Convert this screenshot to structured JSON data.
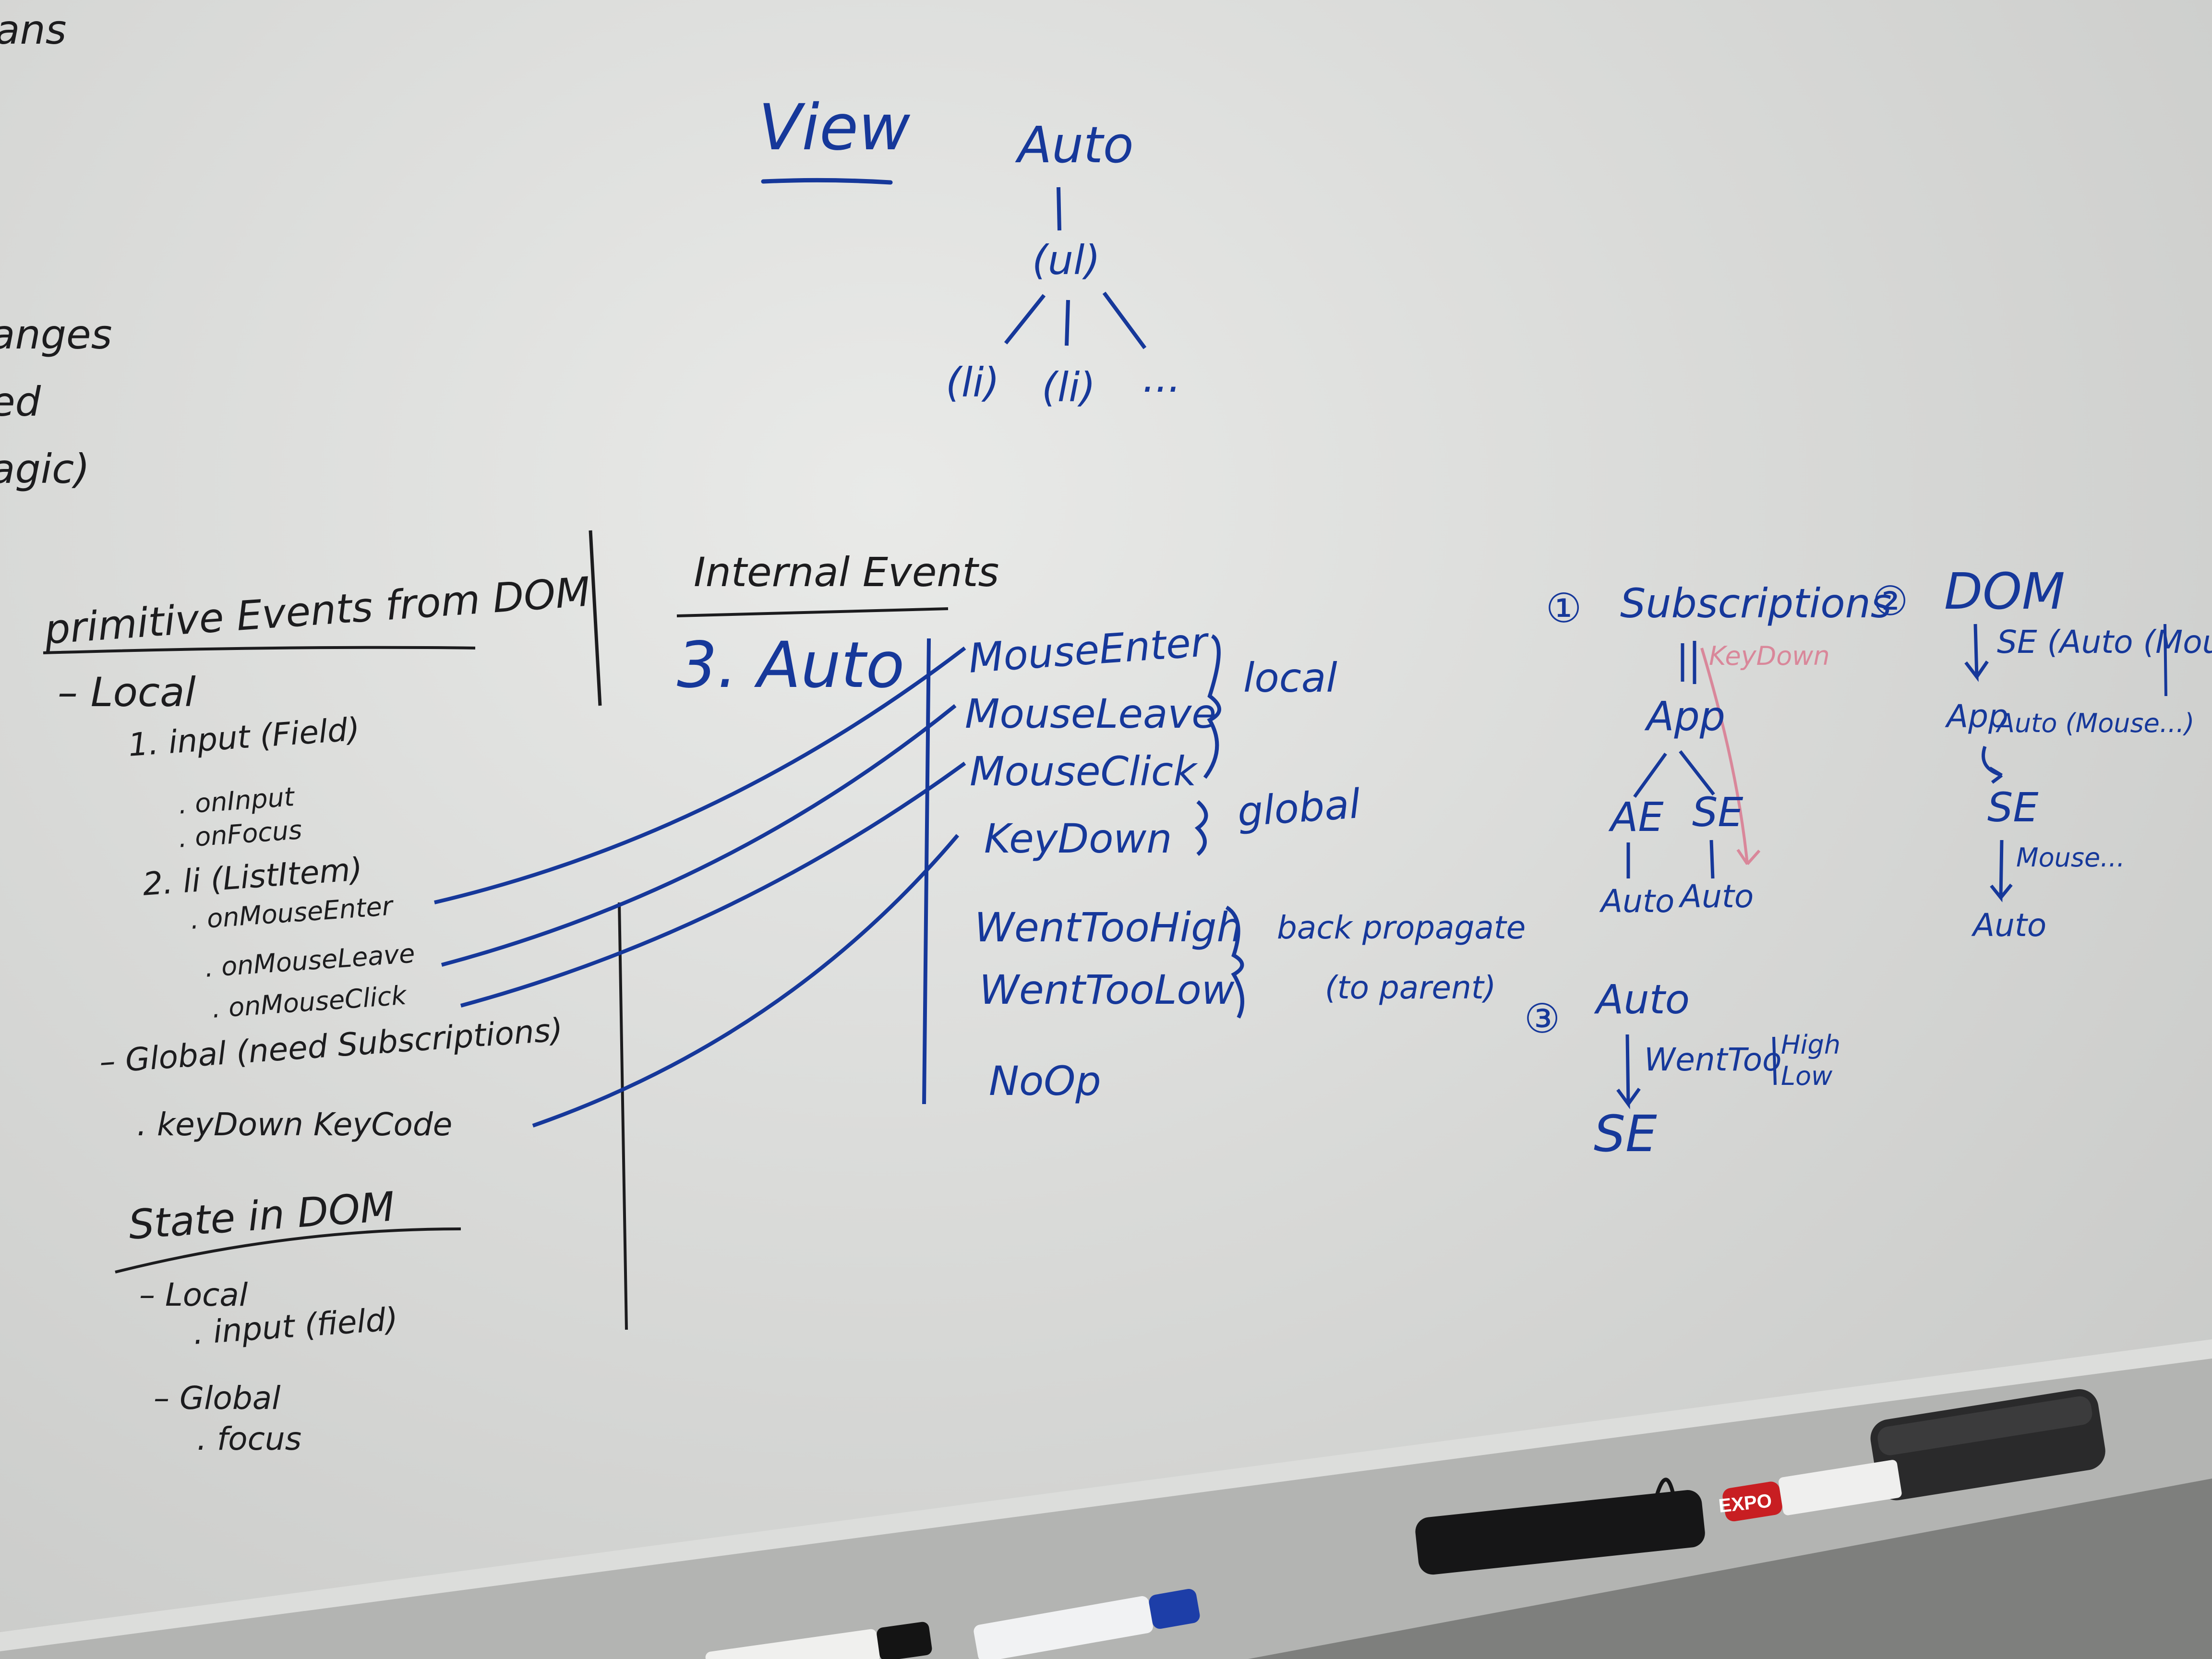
{
  "left_edge": [
    "ans",
    "anges",
    "ed",
    "agic)"
  ],
  "view_heading": "View",
  "tree": {
    "root": "Auto",
    "child": "(ul)",
    "leaves": [
      "(li)",
      "(li)",
      "..."
    ]
  },
  "primitive": {
    "heading": "primitive Events from DOM",
    "local": "– Local",
    "input": "1. input (Field)",
    "on_input": ". onInput",
    "on_focus": ". onFocus",
    "li": "2. li (ListItem)",
    "on_enter": ". onMouseEnter",
    "on_leave": ". onMouseLeave",
    "on_click": ". onMouseClick",
    "global": "– Global (need Subscriptions)",
    "keydown": ". keyDown KeyCode"
  },
  "state": {
    "heading": "State in DOM",
    "local": "– Local",
    "input": ". input (field)",
    "global": "– Global",
    "focus": ". focus"
  },
  "internal": {
    "heading": "Internal Events",
    "auto": "3. Auto",
    "events": [
      "MouseEnter",
      "MouseLeave",
      "MouseClick",
      "KeyDown",
      "WentTooHigh",
      "WentTooLow",
      "NoOp"
    ],
    "local_label": "local",
    "global_label": "global",
    "back_label": "back propagate",
    "to_parent": "(to parent)"
  },
  "subs": {
    "num": "①",
    "heading": "Subscriptions",
    "keydown": "KeyDown",
    "app": "App",
    "ae": "AE",
    "se": "SE",
    "auto_left": "Auto",
    "auto_right": "Auto"
  },
  "third": {
    "num": "③",
    "auto": "Auto",
    "went": "WentToo",
    "high": "High",
    "low": "Low",
    "se": "SE"
  },
  "dom_flow": {
    "num": "②",
    "dom": "DOM",
    "se_auto": "SE (Auto (Mouse",
    "app": "App",
    "auto_mouse": "Auto (Mouse...)",
    "se": "SE",
    "mouse": "Mouse...",
    "auto": "Auto"
  },
  "tray": {
    "marker_red_label": "EXPO"
  },
  "colors": {
    "black_ink": "#1c1c1e",
    "blue_ink": "#16389a",
    "pink_ink": "#d9879a",
    "board": "#e2e3e1",
    "tray": "#a9aaa8"
  }
}
